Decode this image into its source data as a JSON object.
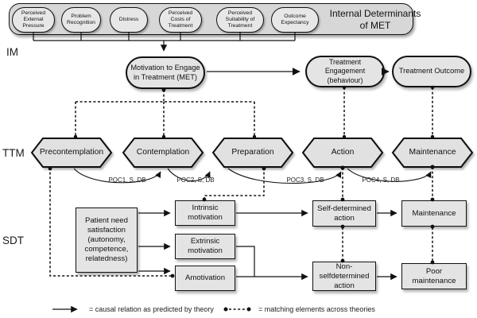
{
  "top": {
    "title": "Internal Determinants of MET",
    "factors": [
      "Perceived External Pressure",
      "Problem Recognition",
      "Distress",
      "Perceived Costs of Treatment",
      "Perceived Suitability of Treatment",
      "Outcome Expectancy"
    ]
  },
  "rows": {
    "im": "IM",
    "ttm": "TTM",
    "sdt": "SDT"
  },
  "im": {
    "met": "Motivation to Engage in Treatment (MET)",
    "engagement": "Treatment Engagement (behaviour)",
    "outcome": "Treatment Outcome"
  },
  "ttm": {
    "stages": [
      "Precontemplation",
      "Contemplation",
      "Preparation",
      "Action",
      "Maintenance"
    ],
    "poc_labels": [
      "POC1, S, DB",
      "POC2, S, DB",
      "POC3, S, DB",
      "POC4, S, DB"
    ]
  },
  "sdt": {
    "need": "Patient need satisfaction (autonomy, competence, relatedness)",
    "intrinsic": "Intrinsic motivation",
    "extrinsic": "Extrinsic motivation",
    "amotivation": "Amotivation",
    "self_determined": "Self-determined action",
    "maintenance": "Maintenance",
    "non_self_determined": "Non-selfdetermined action",
    "poor_maintenance": "Poor maintenance"
  },
  "legend": {
    "causal": "= causal relation as predicted by theory",
    "matching": "= matching elements across theories"
  },
  "colors": {
    "node_fill": "#e4e4e4",
    "container_fill": "#d7d7d7",
    "line": "#111111"
  }
}
